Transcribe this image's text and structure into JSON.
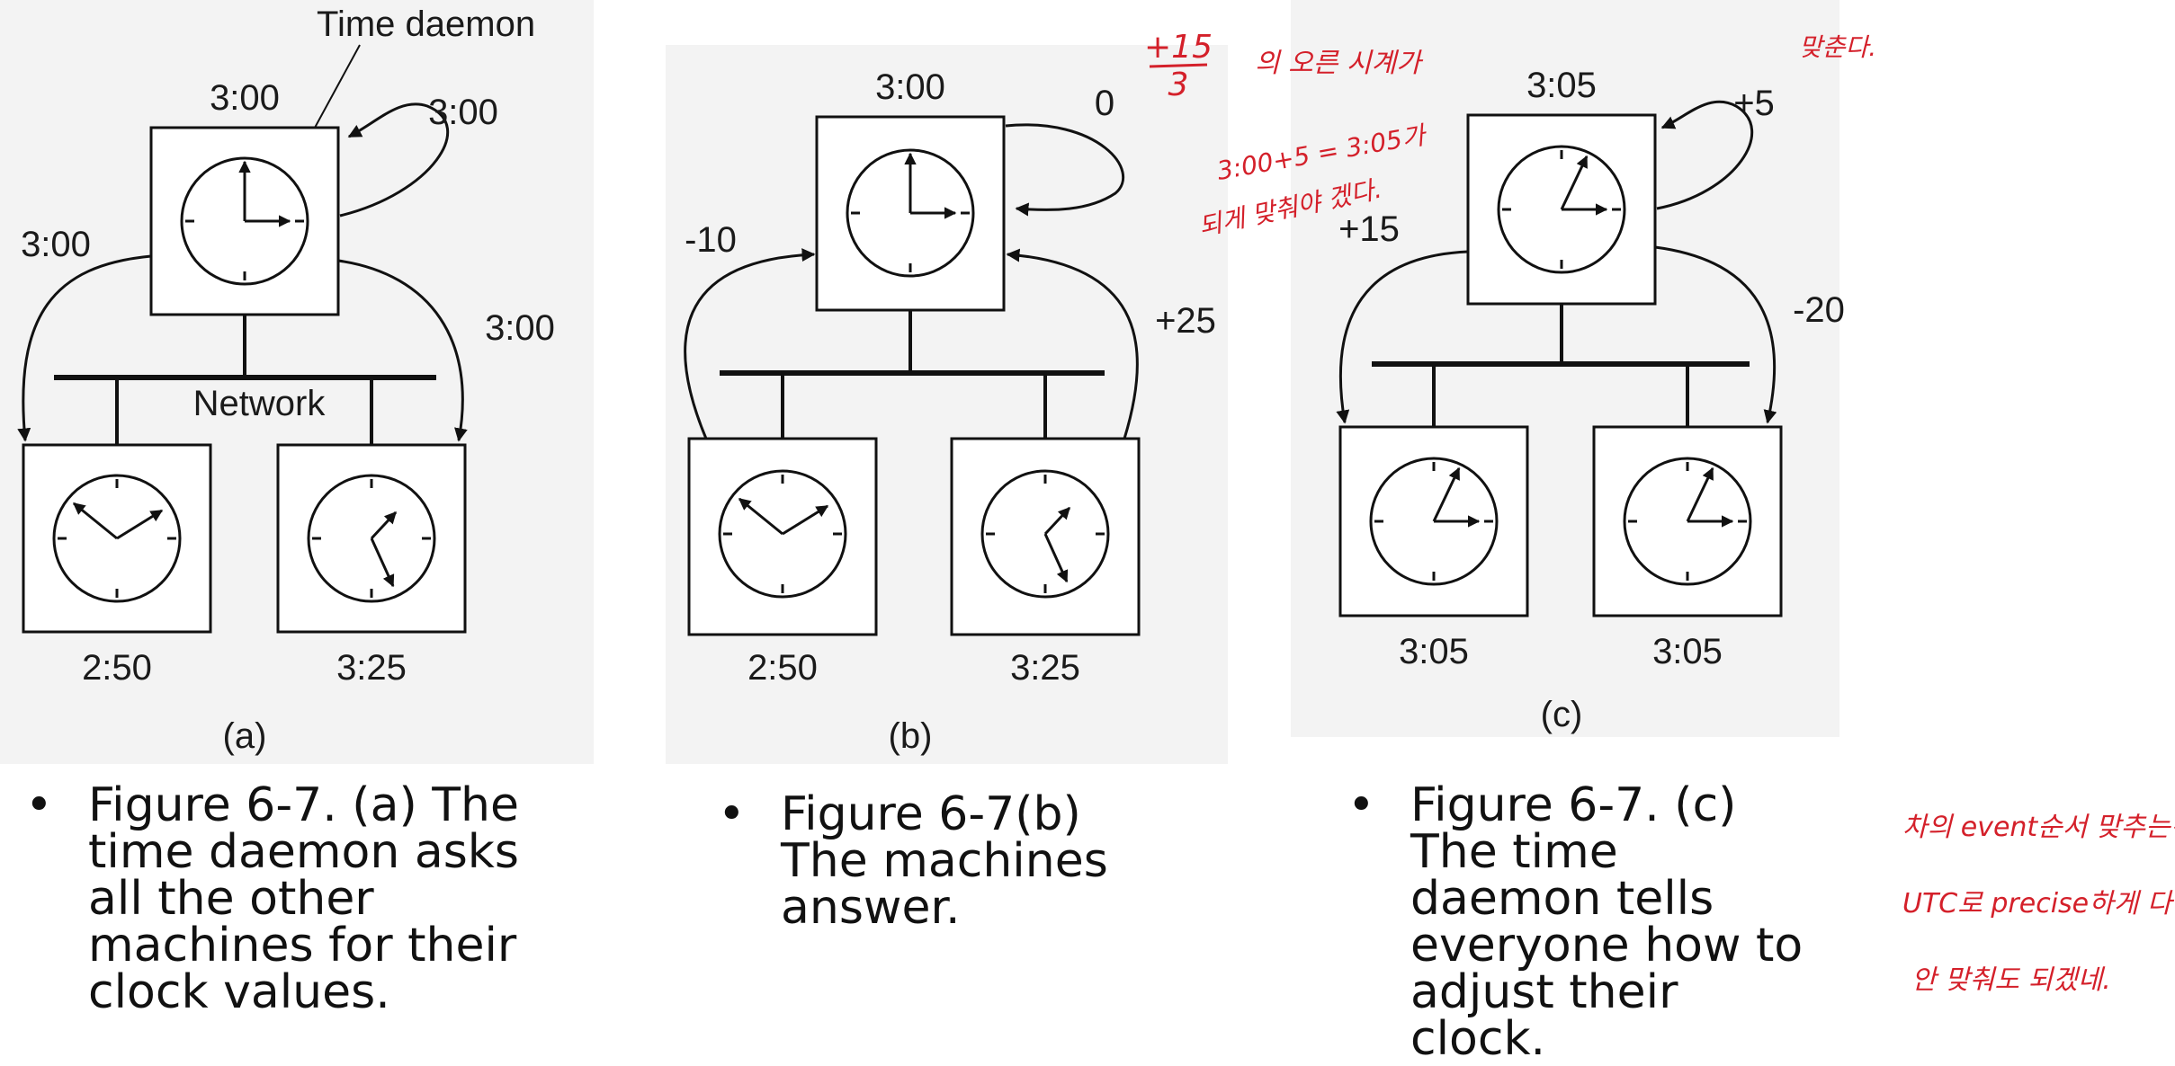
{
  "diagrams": {
    "a": {
      "daemon_label": "Time daemon",
      "daemon_time": "3:00",
      "self_msg": "3:00",
      "left_msg": "3:00",
      "right_msg": "3:00",
      "network_label": "Network",
      "left_time": "2:50",
      "right_time": "3:25",
      "sublabel": "(a)"
    },
    "b": {
      "daemon_time": "3:00",
      "self_msg": "0",
      "left_msg": "-10",
      "right_msg": "+25",
      "left_time": "2:50",
      "right_time": "3:25",
      "sublabel": "(b)"
    },
    "c": {
      "daemon_time": "3:05",
      "self_msg": "+5",
      "left_msg": "+15",
      "right_msg": "-20",
      "left_time": "3:05",
      "right_time": "3:05",
      "sublabel": "(c)"
    }
  },
  "captions": {
    "bullet": "•",
    "a": "Figure 6-7. (a) The\ntime daemon asks\nall the other\nmachines for their\nclock values.",
    "b": "Figure 6-7(b)\nThe machines\nanswer.",
    "c": "Figure 6-7. (c)\nThe time\ndaemon tells\neveryone how to\nadjust their clock."
  },
  "annotations": {
    "fraction_num": "+15",
    "fraction_den": "3",
    "note_b1": "의 오른 시계가",
    "note_b2": "3:00+5 = 3:05가",
    "note_b3": "되게 맞춰야 겠다.",
    "note_top": "맞춘다.",
    "note_side1": "차의 event순서 맞추는건가",
    "note_side2": "UTC로 precise하게 다",
    "note_side3": "안 맞춰도 되겠네."
  },
  "colors": {
    "ink": "#111111",
    "annotation": "#d4202a",
    "panel_bg": "#f3f3f3"
  }
}
